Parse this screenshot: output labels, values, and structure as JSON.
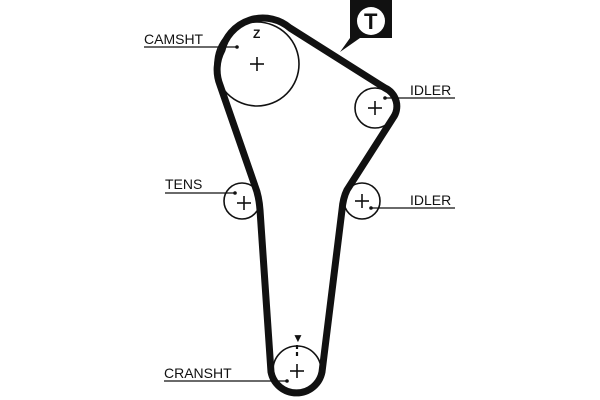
{
  "diagram": {
    "title": "Timing belt routing diagram",
    "pulleys": [
      {
        "id": "camshaft",
        "label": "CAMSHT",
        "marker": "Z"
      },
      {
        "id": "idler-upper",
        "label": "IDLER"
      },
      {
        "id": "tensioner",
        "label": "TENS"
      },
      {
        "id": "idler-lower",
        "label": "IDLER"
      },
      {
        "id": "crankshaft",
        "label": "CRANSHT",
        "marker": "▼"
      }
    ],
    "callout": {
      "letter": "T",
      "meaning": "tensioner-indicator"
    },
    "colors": {
      "belt": "#111111",
      "line": "#111111",
      "background": "#ffffff"
    }
  }
}
